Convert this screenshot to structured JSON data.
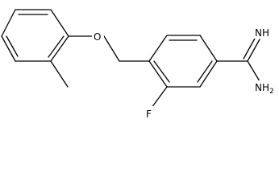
{
  "structure": {
    "atoms": {
      "oxygen": "O",
      "fluorine": "F",
      "imine": "NH",
      "amine": "NH2"
    },
    "colors": {
      "bond": "#000000",
      "background": "#ffffff"
    }
  }
}
